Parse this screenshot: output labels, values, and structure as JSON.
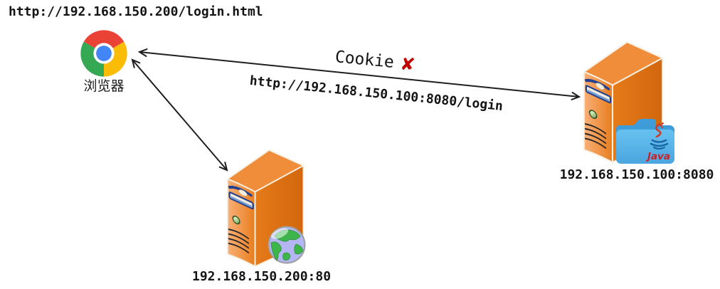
{
  "browser": {
    "request_url": "http://192.168.150.200/login.html",
    "label": "浏览器",
    "icon": "chrome-icon"
  },
  "session_flow": {
    "cookie_label": "Cookie",
    "cookie_rejected_mark": "✘",
    "request_url": "http://192.168.150.100:8080/login"
  },
  "web_server": {
    "address": "192.168.150.200:80",
    "icon": "globe-icon"
  },
  "app_server": {
    "address": "192.168.150.100:8080",
    "icon": "java-folder-icon",
    "folder_label": "Java"
  },
  "colors": {
    "server_orange": "#ED8633",
    "server_side_orange": "#D8690F",
    "folder_blue": "#58B6EA",
    "cookie_x_red": "#C00000",
    "arrow_black": "#1f1f1f",
    "java_red": "#CB2026",
    "java_cup_blue": "#1A68A6",
    "chrome_red": "#EA4335",
    "chrome_yellow": "#FBBC05",
    "chrome_green": "#34A853",
    "chrome_blue": "#4285F4",
    "globe_sea": "#B3B6F2",
    "globe_land": "#3DB54A"
  }
}
